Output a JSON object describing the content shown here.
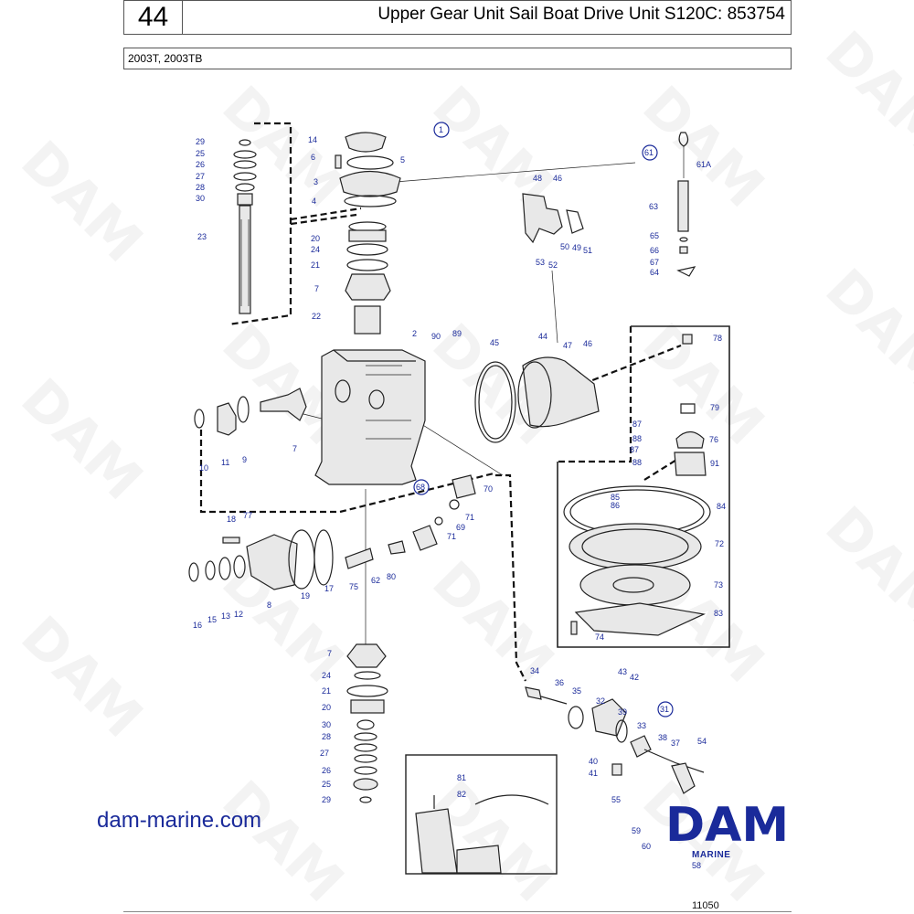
{
  "header": {
    "page_number": "44",
    "title": "Upper Gear Unit Sail Boat Drive Unit S120C: 853754",
    "models": "2003T, 2003TB"
  },
  "circled_labels": {
    "c1": "1",
    "c61": "61",
    "c68": "68",
    "c31": "31"
  },
  "callouts": {
    "n29a": "29",
    "n25a": "25",
    "n26a": "26",
    "n27a": "27",
    "n28a": "28",
    "n30a": "30",
    "n23": "23",
    "n14": "14",
    "n6": "6",
    "n5": "5",
    "n3": "3",
    "n4": "4",
    "n20a": "20",
    "n24a": "24",
    "n21a": "21",
    "n7a": "7",
    "n22": "22",
    "n2": "2",
    "n90": "90",
    "n89": "89",
    "n45": "45",
    "n44": "44",
    "n47a": "47",
    "n46a": "46",
    "n48": "48",
    "n46b": "46",
    "n50": "50",
    "n49": "49",
    "n51": "51",
    "n53": "53",
    "n52": "52",
    "n61A": "61A",
    "n63": "63",
    "n65": "65",
    "n66": "66",
    "n67": "67",
    "n64": "64",
    "n78": "78",
    "n79": "79",
    "n87a": "87",
    "n88a": "88",
    "n76": "76",
    "n87b": "87",
    "n88b": "88",
    "n91": "91",
    "n85": "85",
    "n86": "86",
    "n84": "84",
    "n72": "72",
    "n73": "73",
    "n83": "83",
    "n74": "74",
    "n10": "10",
    "n11": "11",
    "n9": "9",
    "n7b": "7",
    "n70": "70",
    "n71a": "71",
    "n69": "69",
    "n71b": "71",
    "n18": "18",
    "n77": "77",
    "n16": "16",
    "n15": "15",
    "n13": "13",
    "n12": "12",
    "n8": "8",
    "n19": "19",
    "n17": "17",
    "n75": "75",
    "n62": "62",
    "n80": "80",
    "n7c": "7",
    "n24b": "24",
    "n21b": "21",
    "n20b": "20",
    "n30b": "30",
    "n28b": "28",
    "n27b": "27",
    "n26b": "26",
    "n25b": "25",
    "n29b": "29",
    "n81": "81",
    "n82": "82",
    "n34": "34",
    "n36": "36",
    "n35": "35",
    "n32": "32",
    "n39": "39",
    "n43": "43",
    "n42": "42",
    "n33": "33",
    "n38": "38",
    "n37": "37",
    "n54": "54",
    "n40": "40",
    "n41": "41",
    "n55": "55",
    "n59": "59",
    "n60": "60",
    "n58": "58"
  },
  "watermark": "DAM",
  "website": "dam-marine.com",
  "logo": {
    "main": "DAM",
    "sub": "MARINE"
  },
  "footer_code": "11050",
  "colors": {
    "callout_blue": "#1a2a9a",
    "line": "#222222"
  }
}
